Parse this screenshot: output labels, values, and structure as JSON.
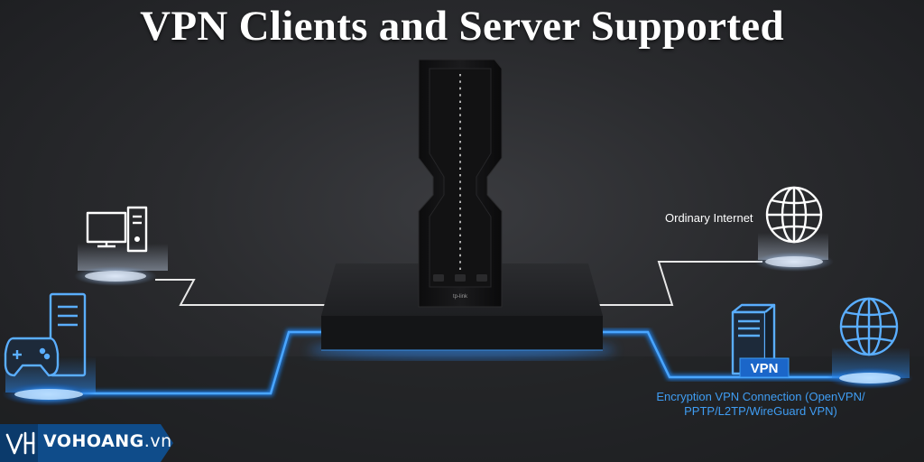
{
  "title": "VPN Clients and Server Supported",
  "labels": {
    "ordinary_internet": "Ordinary Internet",
    "encryption_line1": "Encryption VPN Connection (OpenVPN/",
    "encryption_line2": "PPTP/L2TP/WireGuard VPN)",
    "vpn_badge": "VPN"
  },
  "router": {
    "logo": "tp-link"
  },
  "brand": {
    "name": "VOHOANG",
    "suffix": ".vn",
    "logo_mark": "VH"
  },
  "colors": {
    "accent_blue": "#3f9df3",
    "line_blue": "#1d7fe8",
    "line_white": "#e8e8e8",
    "background": "#2a2b2e",
    "title": "#ffffff"
  },
  "icons": [
    "desktop-computer-icon",
    "gamepad-icon",
    "pc-tower-icon",
    "globe-icon",
    "server-icon"
  ]
}
